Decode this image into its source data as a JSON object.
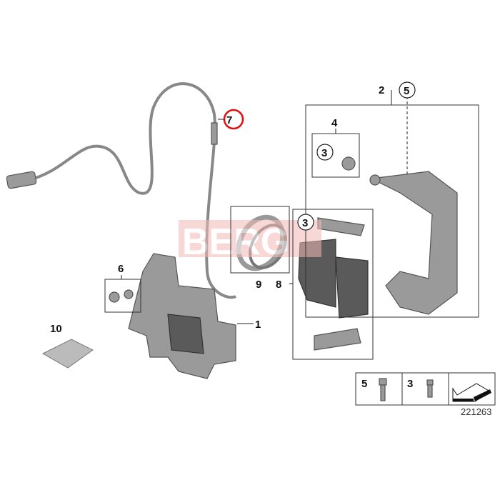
{
  "callouts": {
    "c1": "1",
    "c2": "2",
    "c3a": "3",
    "c3b": "3",
    "c4": "4",
    "c5": "5",
    "c6": "6",
    "c7": "7",
    "c8": "8",
    "c9": "9",
    "c10": "10"
  },
  "legend": {
    "item_a": "5",
    "item_b": "3"
  },
  "diagram_number": "221263",
  "watermark": "BERG",
  "colors": {
    "highlight": "#e01010",
    "watermark": "#f4b8b8"
  }
}
